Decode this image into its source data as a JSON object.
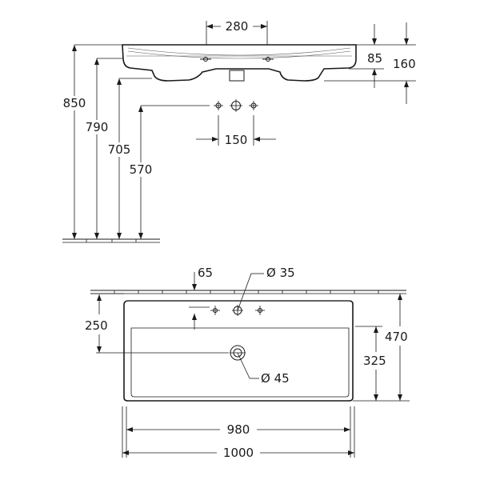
{
  "side_view": {
    "dims": {
      "tap_spacing_top": "280",
      "rim_thickness": "85",
      "total_depth": "160",
      "height_850": "850",
      "height_790": "790",
      "height_705": "705",
      "height_570": "570",
      "tap_spacing": "150"
    }
  },
  "plan_view": {
    "dims": {
      "offset_65": "65",
      "tap_hole": "Ø 35",
      "depth_250": "250",
      "depth_470": "470",
      "depth_325": "325",
      "drain": "Ø 45",
      "inner_width": "980",
      "outer_width": "1000"
    }
  }
}
